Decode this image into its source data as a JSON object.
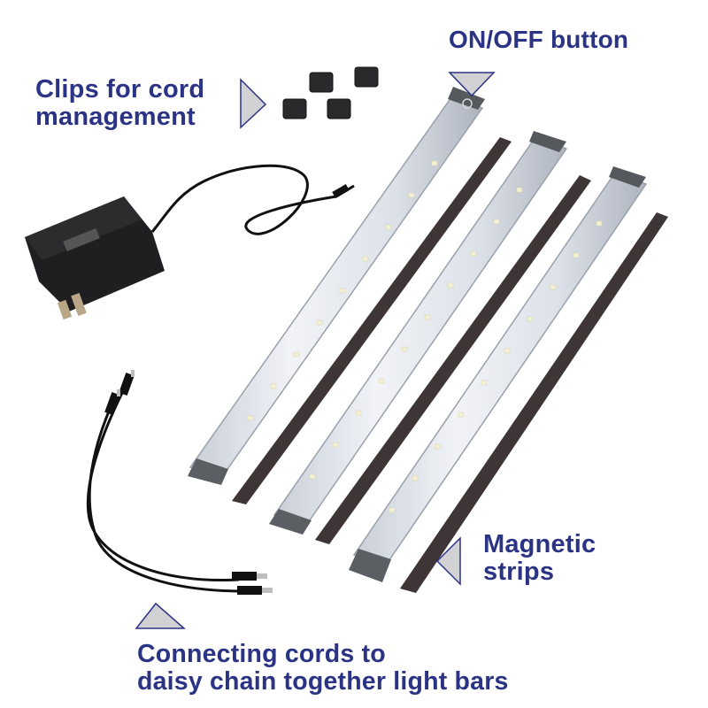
{
  "colors": {
    "label_text": "#2b3384",
    "pointer_fill": "#d2d2d4",
    "pointer_stroke": "#2b3384",
    "light_bar_body": "#e4e7ee",
    "light_bar_cap": "#5b5e63",
    "led": "#f3f0d6",
    "magnetic_strip": "#3d3536",
    "adapter": "#1f1f21",
    "cord": "#111111"
  },
  "labels": {
    "clips": {
      "line1": "Clips for cord",
      "line2": "management"
    },
    "on_off": {
      "line1": "ON/OFF button"
    },
    "magnetic": {
      "line1": "Magnetic",
      "line2": "strips"
    },
    "cords": {
      "line1": "Connecting cords to",
      "line2": "daisy chain together light bars"
    }
  },
  "items": {
    "light_bars": 3,
    "magnetic_strips": 3,
    "clips": 4,
    "power_adapter": 1,
    "connecting_cords": 2
  }
}
